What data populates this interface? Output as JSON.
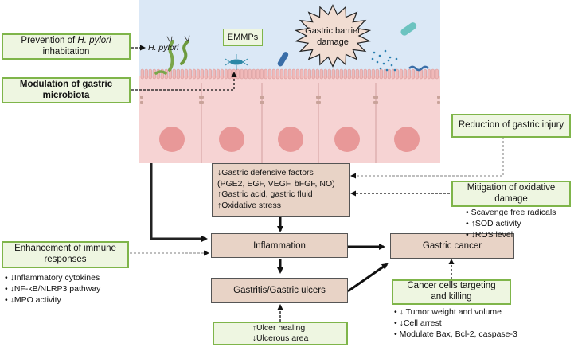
{
  "illustration": {
    "h_pylori_label": "H. pylori",
    "emmps_label": "EMMPs",
    "barrier_damage_label": [
      "Gastric barrier",
      "damage"
    ]
  },
  "left": {
    "prevention": {
      "prefix": "Prevention of ",
      "italic": "H. pylori",
      "suffix": "inhabitation"
    },
    "modulation": [
      "Modulation of gastric",
      "microbiota"
    ],
    "immune": {
      "title": [
        "Enhancement of immune",
        "responses"
      ],
      "bullets": [
        "↓Inflammatory cytokines",
        "↓NF-κB/NLRP3 pathway",
        "↓MPO activity"
      ]
    }
  },
  "center": {
    "factors": [
      "↓Gastric defensive factors",
      "(PGE2, EGF, VEGF, bFGF, NO)",
      "↑Gastric acid, gastric fluid",
      "↑Oxidative stress"
    ],
    "inflammation": "Inflammation",
    "gastritis": "Gastritis/Gastric ulcers",
    "gastric_cancer": "Gastric cancer",
    "ulcer_box": [
      "↑Ulcer healing",
      "↓Ulcerous area"
    ]
  },
  "right": {
    "reduction": "Reduction of gastric injury",
    "mitigation": {
      "title": [
        "Mitigation of oxidative",
        "damage"
      ],
      "bullets": [
        "Scavenge free radicals",
        "↑SOD  activity",
        "↓ROS level"
      ]
    },
    "cancer_target": {
      "title": [
        "Cancer cells targeting",
        "and killing"
      ],
      "bullets": [
        "↓ Tumor weight and volume",
        "↓Cell arrest",
        "Modulate Bax, Bcl-2, caspase-3"
      ]
    }
  },
  "colors": {
    "green_border": "#7fb54a",
    "green_fill": "#eef6e1",
    "brown_fill": "#e8d3c6",
    "tissue_pink": "#f6d3d3",
    "lumen_blue": "#dbe8f6",
    "nucleus": "#e89898"
  }
}
